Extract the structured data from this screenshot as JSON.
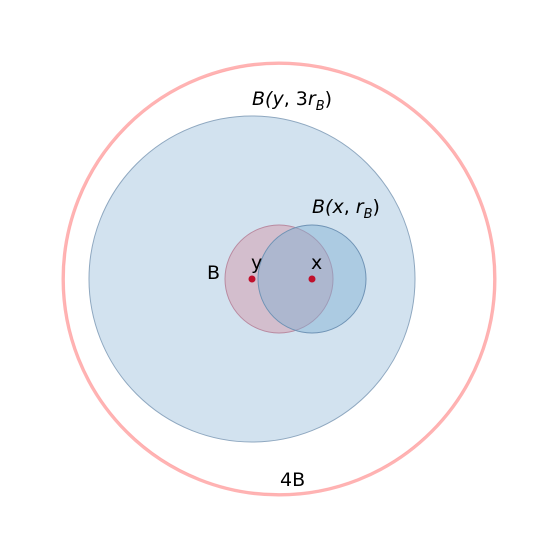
{
  "diagram": {
    "circles": {
      "outer_4B": {
        "label": "4B",
        "stroke_color": "#ff9a9a"
      },
      "ball_y_3rB": {
        "label_prefix": "B(",
        "label_y": "y",
        "label_comma": ", 3",
        "label_r": "r",
        "label_sub": "B",
        "label_suffix": ")",
        "fill_color": "#a9c8e0",
        "edge_color": "#8fa8c0"
      },
      "ball_B": {
        "label": "B",
        "fill_color": "#c98fa0"
      },
      "ball_x_rB": {
        "label_prefix": "B(",
        "label_x": "x",
        "label_comma": ", ",
        "label_r": "r",
        "label_sub": "B",
        "label_suffix": ")",
        "fill_color": "#7fb0d3"
      }
    },
    "points": {
      "y": {
        "label": "y",
        "color": "#c0102c"
      },
      "x": {
        "label": "x",
        "color": "#c0102c"
      }
    }
  }
}
